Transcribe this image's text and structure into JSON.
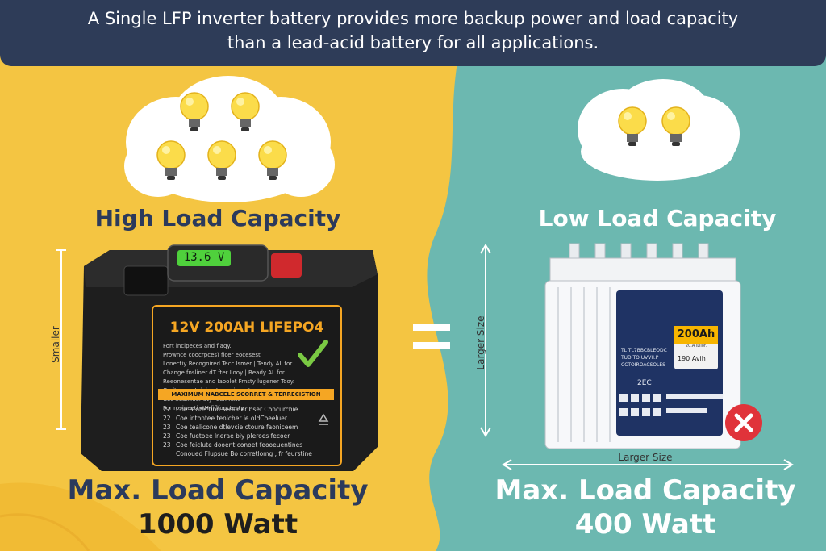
{
  "banner": {
    "line1": "A Single LFP inverter battery provides more backup power and load capacity",
    "line2": "than a lead-acid battery for all applications."
  },
  "left": {
    "heading": "High Load Capacity",
    "side_label": "Smaller",
    "bulbs": 5,
    "battery": {
      "display": "13.6 V",
      "title": "12V 200AH LIFEPO4",
      "lines": [
        "Fort incipeces and flaqy.",
        "Prownce coocrpces) ficer eocesest",
        "Lonectiy Recognired Tecc lsmer | Tendy AL for",
        "Change fnsliner dT fter Looy | Beady AL for",
        "Reeonesentae and Iaoolet Frnsty lugener Tooy.",
        "Curits cooutoipion Joop nicsenter.",
        "Cec neallinier aty feen fene",
        "For rosineeti #H fiflfooctesty."
      ],
      "strip": "MAXIMUM NABCELE SCORRET & TERRECISTION",
      "rows": [
        {
          "num": "22",
          "text": "Coe atotection serluner bser Concurchie"
        },
        {
          "num": "22",
          "text": "Coe intontee tenicher ie oldCoeeluer"
        },
        {
          "num": "23",
          "text": "Coe tealicone dtlevcie ctoure faoniceem"
        },
        {
          "num": "23",
          "text": "Coe fuetoee  lnerae biy pleroes fecoer"
        },
        {
          "num": "23",
          "text": "Coe feiclute dooent conoet feooeuentines"
        },
        {
          "num": "",
          "text": "Conoued Flupsue Bo  corretlomg ,  fr feurstine"
        }
      ]
    },
    "capacity_line1": "Max. Load Capacity",
    "capacity_line2": "1000 Watt"
  },
  "right": {
    "heading": "Low Load Capacity",
    "side_label": "Larger Size",
    "bottom_label": "Larger Size",
    "bulbs": 2,
    "battery": {
      "badge_top": "200Ah",
      "badge_sub": "20.A lLllor.",
      "badge_row2": "190 Avih",
      "left_lines": [
        "TL TL7BBCBLEODC",
        "TUDITO UVVII.P",
        "CCTOIROACSOLES"
      ],
      "model": "2EC"
    },
    "capacity_line1": "Max. Load Capacity",
    "capacity_line2": "400 Watt"
  },
  "colors": {
    "left_bg": "#f4c542",
    "right_bg": "#6cb8b0",
    "banner_bg": "#2e3c58",
    "heading_dark": "#2b3a5c",
    "display_green": "#4fd13c",
    "cross_red": "#e0333a",
    "battery_label_yellow": "#f5a623"
  },
  "icons": {
    "bulb": "light-bulb-icon",
    "check": "check-mark-icon",
    "cross": "cross-icon",
    "recycle": "recycle-icon"
  }
}
